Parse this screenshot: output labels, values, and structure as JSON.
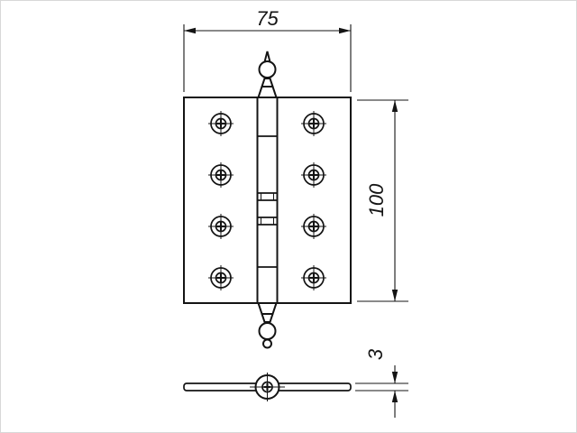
{
  "dimensions": {
    "width": "75",
    "height": "100",
    "thickness": "3"
  }
}
